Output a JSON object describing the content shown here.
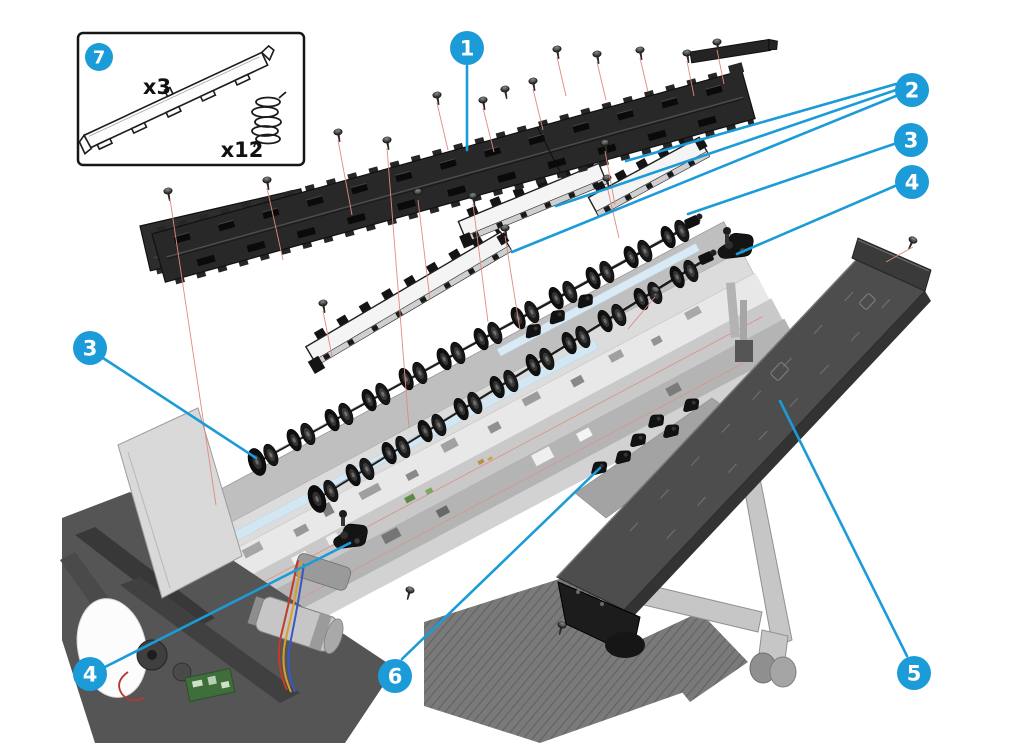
{
  "figure": {
    "type": "exploded-view-diagram",
    "subject": "Large-format printer pinch-wheel, entry platen and cover assembly exploded view",
    "background": "#ffffff",
    "accent_blue": "#1b9bd8",
    "screw_guide_red": "#e08a80",
    "callouts": [
      {
        "id": "callout-1",
        "label": "1"
      },
      {
        "id": "callout-2",
        "label": "2"
      },
      {
        "id": "callout-3-right",
        "label": "3"
      },
      {
        "id": "callout-4-right",
        "label": "4"
      },
      {
        "id": "callout-3-left",
        "label": "3"
      },
      {
        "id": "callout-4-left",
        "label": "4"
      },
      {
        "id": "callout-5",
        "label": "5"
      },
      {
        "id": "callout-6",
        "label": "6"
      },
      {
        "id": "callout-7",
        "label": "7"
      }
    ],
    "inset": {
      "bar_quantity": "x3",
      "spring_quantity": "x12"
    }
  }
}
